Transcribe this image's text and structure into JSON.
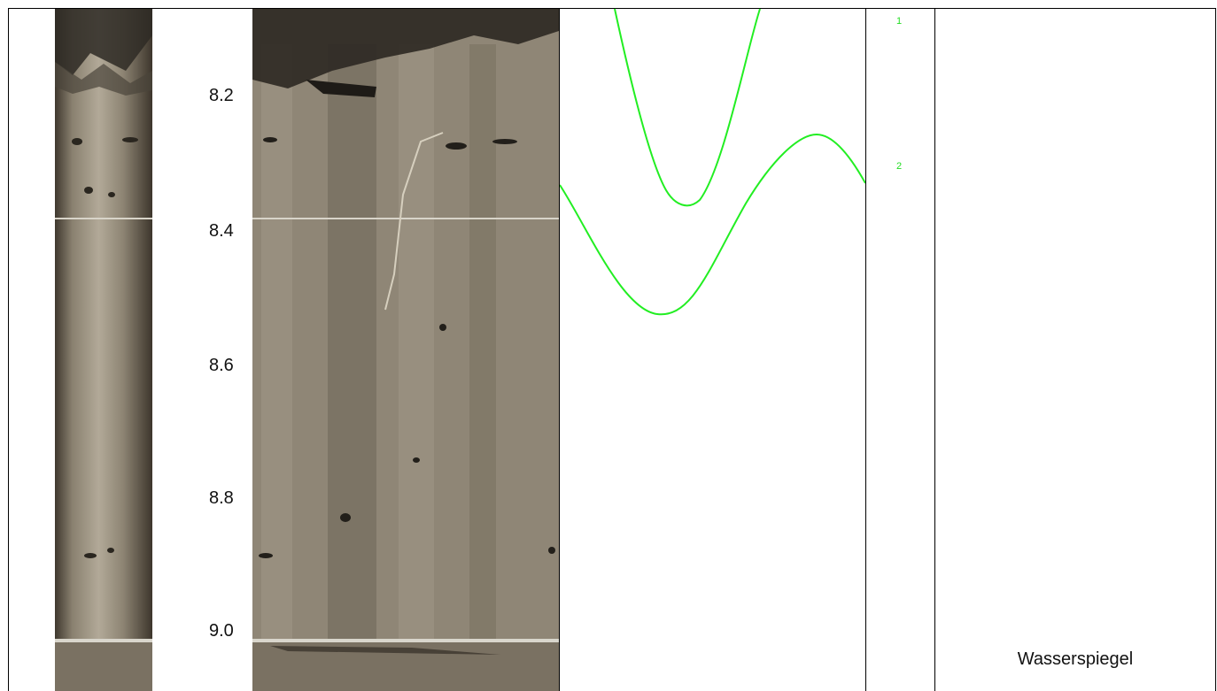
{
  "depth_axis": {
    "ticks": [
      "8.2",
      "8.4",
      "8.6",
      "8.8",
      "9.0"
    ]
  },
  "feature_labels": [
    "1",
    "2"
  ],
  "annotation": {
    "text": "Wasserspiegel"
  },
  "colors": {
    "trace_color": "#22ee22",
    "rock_base": "#8f8676",
    "rock_light": "#a9a190",
    "rock_dark": "#5b5346",
    "frame": "#000000"
  },
  "columns": [
    {
      "name": "core-image-track"
    },
    {
      "name": "depth-track"
    },
    {
      "name": "unwrapped-image-track"
    },
    {
      "name": "sinusoid-track"
    },
    {
      "name": "feature-number-track"
    },
    {
      "name": "annotation-track"
    }
  ]
}
